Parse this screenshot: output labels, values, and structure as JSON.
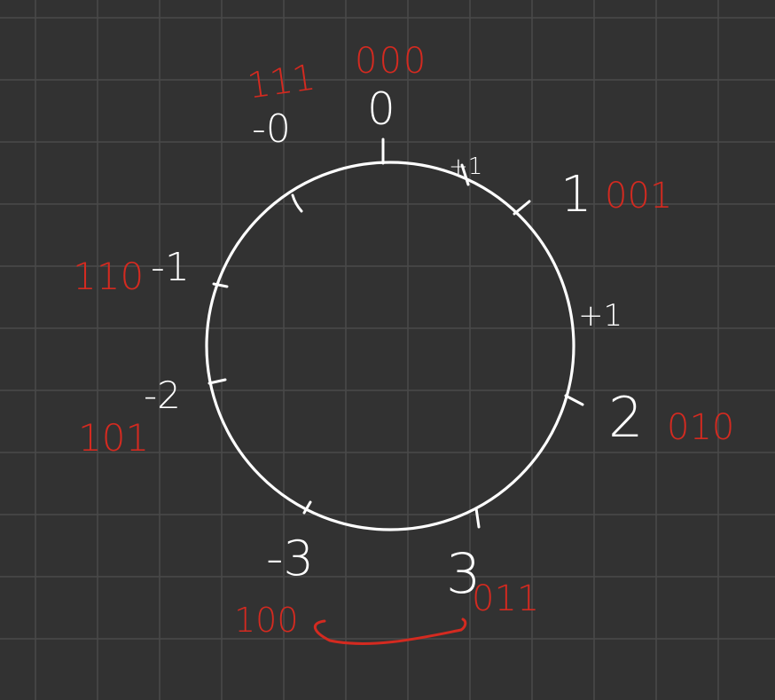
{
  "colors": {
    "background": "#323232",
    "grid": "#4a4a4a",
    "ink_white": "#ffffff",
    "ink_red": "#d42a20"
  },
  "labels": {
    "zero": "0",
    "minus_zero": "-0",
    "one": "1",
    "two": "2",
    "three": "3",
    "minus_one": "-1",
    "minus_two": "-2",
    "minus_three": "-3",
    "plus_one_top": "+1",
    "plus_one_right": "+1"
  },
  "codes": {
    "zero": "000",
    "minus_zero": "111",
    "one": "001",
    "two": "010",
    "three": "011",
    "minus_one": "110",
    "minus_two": "101",
    "minus_three": "100"
  }
}
